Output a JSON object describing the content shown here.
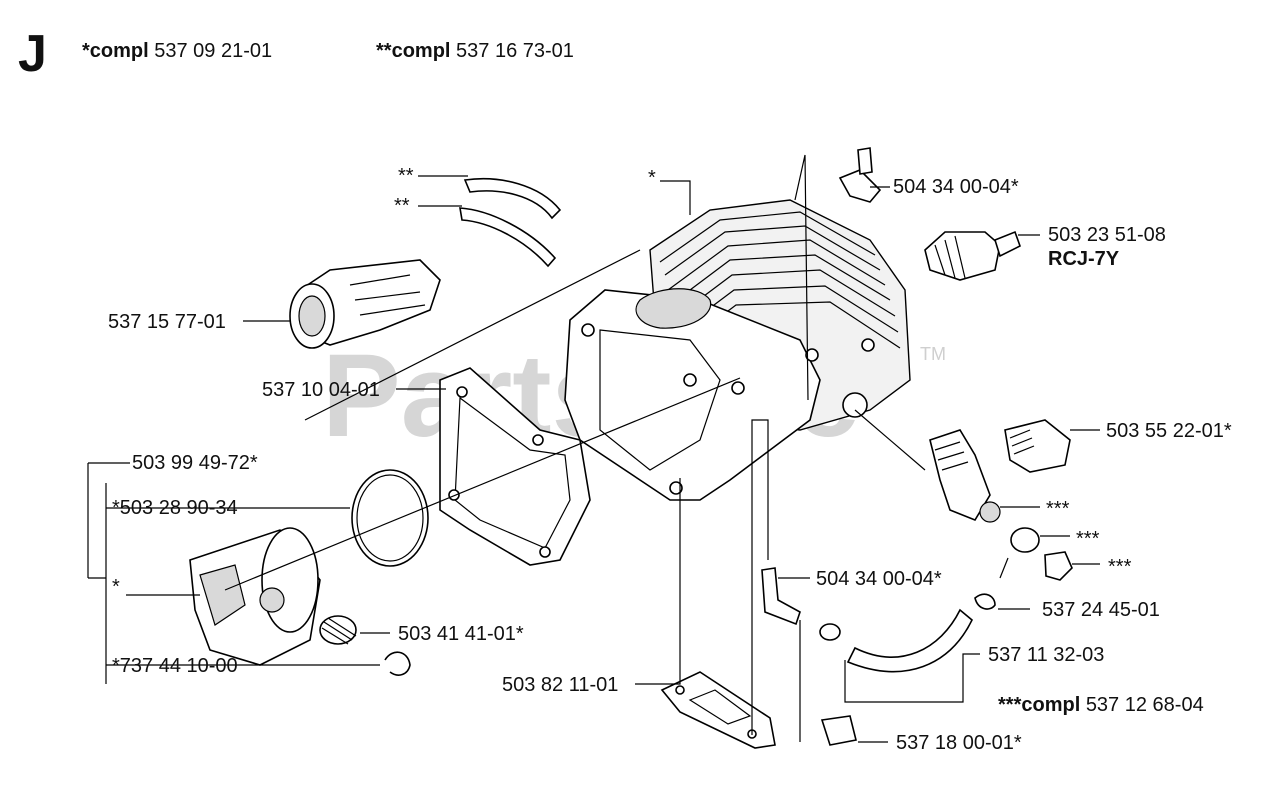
{
  "header": {
    "section_letter": "J",
    "compl_1_prefix": "*compl",
    "compl_1_number": "537 09 21-01",
    "compl_2_prefix": "**compl",
    "compl_2_number": "537 16 73-01",
    "compl_3_prefix": "***compl",
    "compl_3_number": "537 12 68-04"
  },
  "watermark": {
    "text": "PartsTree",
    "trademark": "TM"
  },
  "labels": {
    "clip_top": "**",
    "clip_bottom": "**",
    "cylinder_star": "*",
    "elbow_top": "504 34 00-04*",
    "spark_plug": "503 23 51-08",
    "spark_plug_type": "RCJ-7Y",
    "intake": "537 15 77-01",
    "gasket": "537 10 04-01",
    "piston_group": "503 99 49-72*",
    "ring": "*503 28 90-34",
    "piston_star": "*",
    "bearing": "503 41 41-01*",
    "circlip": "*737 44 10-00",
    "plug_cap": "503 55 22-01*",
    "decomp_valve": "***",
    "washer": "***",
    "nut": "***",
    "elbow_bottom": "504 34 00-04*",
    "hose_clamp": "537 24 45-01",
    "hose": "537 11 32-03",
    "base_gasket": "503 82 11-01",
    "filter": "537 18 00-01*"
  }
}
